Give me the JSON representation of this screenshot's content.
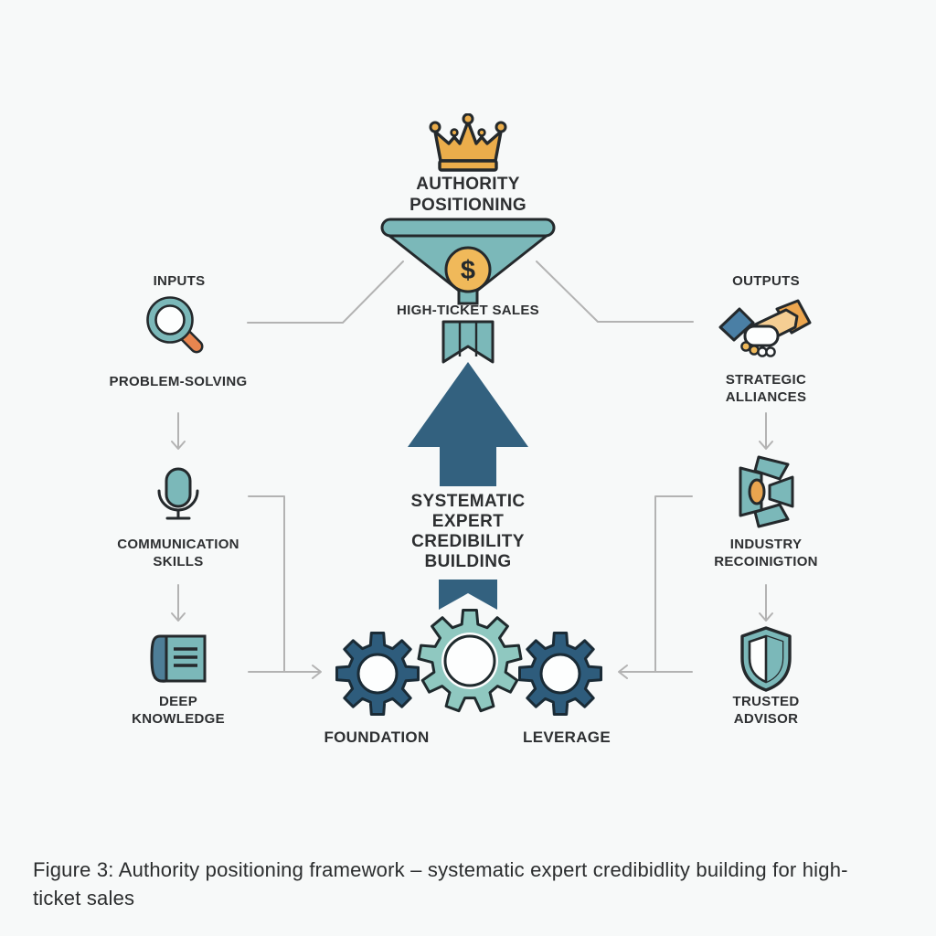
{
  "colors": {
    "teal": "#7bb8b9",
    "teal_light": "#8fc8c0",
    "steel_blue": "#33617f",
    "gear_blue": "#2e5c7c",
    "crown_gold": "#ebad4b",
    "coin_gold": "#f0b95a",
    "orange": "#e8854f",
    "line_gray": "#b3b3b3",
    "ink": "#24292c",
    "text": "#2d2f31",
    "background": "#f7f9f9"
  },
  "header": {
    "crown_label": "AUTHORITY\nPOSITIONING"
  },
  "funnel": {
    "coin_symbol": "$",
    "label": "HIGH-TICKET SALES"
  },
  "center": {
    "arrow_label": "SYSTEMATIC\nEXPERT\nCREDIBILITY\nBUILDING"
  },
  "gears": {
    "foundation_label": "FOUNDATION",
    "leverage_label": "LEVERAGE"
  },
  "inputs": {
    "heading": "INPUTS",
    "items": [
      {
        "icon": "magnifier-icon",
        "label": "PROBLEM-SOLVING"
      },
      {
        "icon": "microphone-icon",
        "label": "COMMUNICATION\nSKILLS"
      },
      {
        "icon": "book-icon",
        "label": "DEEP\nKNOWLEDGE"
      }
    ]
  },
  "outputs": {
    "heading": "OUTPUTS",
    "items": [
      {
        "icon": "handshake-icon",
        "label": "STRATEGIC\nALLIANCES"
      },
      {
        "icon": "spotlight-icon",
        "label": "INDUSTRY\nRECOINIGTION"
      },
      {
        "icon": "shield-icon",
        "label": "TRUSTED\nADVISOR"
      }
    ]
  },
  "caption": "Figure 3: Authority positioning framework – systematic expert credibidlity building for high-ticket sales"
}
